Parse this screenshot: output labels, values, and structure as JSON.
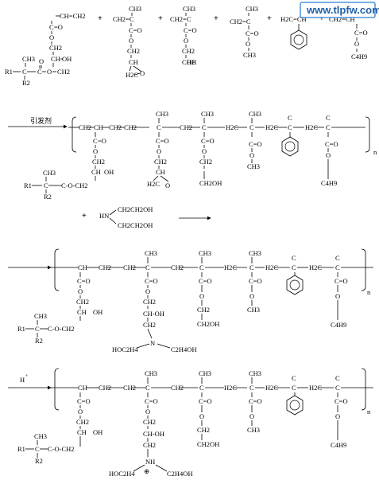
{
  "watermark": "www.tlpfw.com",
  "reagent_label": "引发剂",
  "acid_label": "H",
  "acid_superscript": "+",
  "plus_sign": "+",
  "n_subscript": "n",
  "diethanolamine": {
    "nh": "HN",
    "arm1": "CH2CH2OH",
    "arm2": "CH2CH2OH"
  },
  "amine_after_opening": {
    "n": "N",
    "left": "HOC2H4",
    "right": "C2H4OH"
  },
  "amine_protonated": {
    "nh": "NH",
    "charge": "⊕",
    "left": "HOC2H4",
    "right": "C2H4OH"
  },
  "fragments": {
    "ch3": "CH3",
    "ch": "CH",
    "ch2": "CH2",
    "c": "C",
    "eq_o": "=O",
    "o": "O",
    "ch_eq_ch2": "CH=CH2",
    "ch2_eq": "CH2=",
    "ch2_eq_c": "CH2=C",
    "h2c_eq_ch": "H2C=CH",
    "ch2_eq_ch": "CH2=CH",
    "choh": "CH-OH",
    "ch_oh": "CH",
    "oh": "OH",
    "h2c": "H2C",
    "r1": "R1",
    "r2": "R2",
    "c4h9": "C4H9",
    "h2c_dash": "H2C",
    "ch2oh": "CH2OH",
    "c_eq_o": "C=O",
    "ester_link": "O-CH2",
    "c_o_ch2": "C-O-CH2"
  },
  "colors": {
    "watermark_border": "#2f7fcf",
    "watermark_text": "#1f5fa8"
  }
}
